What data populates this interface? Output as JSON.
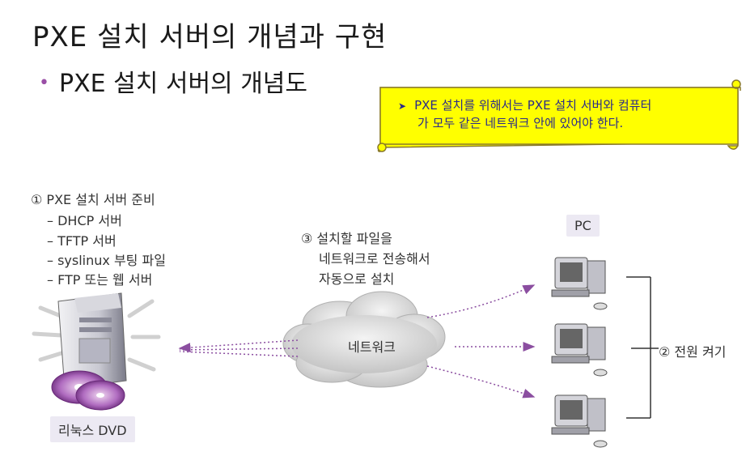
{
  "title": "PXE 설치 서버의 개념과 구현",
  "bullet": "PXE 설치 서버의 개념도",
  "note": {
    "line1": "PXE 설치를 위해서는 PXE 설치 서버와 컴퓨터",
    "line2": "가 모두 같은 네트워크 안에 있어야 한다."
  },
  "server": {
    "heading": "① PXE 설치 서버 준비",
    "items": [
      "– DHCP 서버",
      "– TFTP 서버",
      "– syslinux 부팅 파일",
      "– FTP 또는 웹 서버"
    ],
    "media_label": "리눅스 DVD"
  },
  "transfer": {
    "line1": "③ 설치할 파일을",
    "line2": "네트워크로 전송해서",
    "line3": "자동으로 설치"
  },
  "network_label": "네트워크",
  "pc_label": "PC",
  "power_label": "② 전원 켜기",
  "colors": {
    "arrow": "#8b4ea0",
    "note_bg": "#ffff00",
    "note_text": "#2a2a8a",
    "bullet": "#9a4fa6",
    "tag_bg": "#ece9f3"
  }
}
